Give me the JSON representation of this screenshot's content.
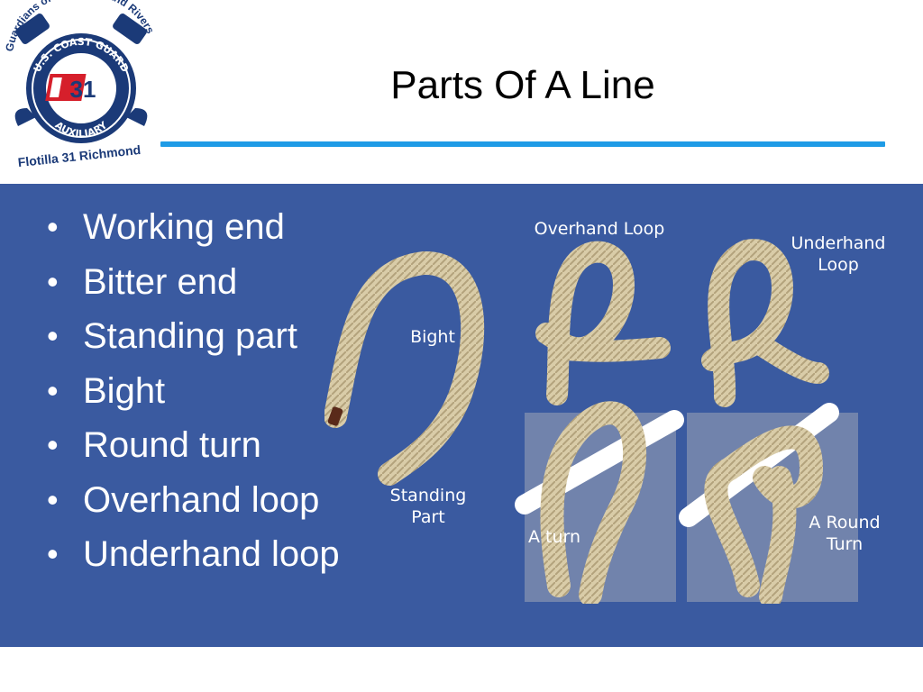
{
  "logo": {
    "arc_text": "Guardians of our Lakes and Rivers",
    "ring_top": "U.S. COAST GUARD",
    "ring_bottom": "AUXILIARY",
    "center": "31",
    "banner": "Flotilla 31 Richmond"
  },
  "slide": {
    "title": "Parts Of A Line",
    "bullets": [
      "Working end",
      "Bitter end",
      "Standing part",
      "Bight",
      "Round turn",
      "Overhand loop",
      "Underhand loop"
    ],
    "bullet_glyph": "•"
  },
  "figure_labels": {
    "bight": "Bight",
    "standing_1": "Standing",
    "standing_2": "Part",
    "overhand_loop": "Overhand Loop",
    "underhand_1": "Underhand",
    "underhand_2": "Loop",
    "a_turn": "A turn",
    "round_1": "A Round",
    "round_2": "Turn"
  },
  "colors": {
    "panel": "#3a5aa0",
    "rule": "#1e9be6",
    "rope": "#d9cca8",
    "navy": "#1b3a78",
    "logo_red": "#d61f2b"
  },
  "icons": [
    "coast-guard-auxiliary-logo",
    "anchor-icon"
  ]
}
